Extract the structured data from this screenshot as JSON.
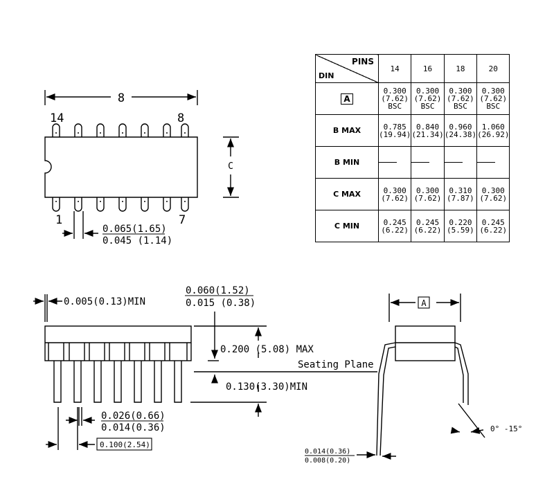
{
  "top_view": {
    "length_label": "8",
    "pin_14": "14",
    "pin_8": "8",
    "pin_1": "1",
    "pin_7": "7",
    "width_label": "C",
    "pitch_max": "0.065(1.65)",
    "pitch_min": "0.045 (1.14)"
  },
  "table": {
    "corner_top": "PINS",
    "corner_bottom": "DIN",
    "columns": [
      "14",
      "16",
      "18",
      "20"
    ],
    "rows": [
      {
        "label": "A",
        "boxed": true,
        "cells": [
          [
            "0.300",
            "(7.62)",
            "BSC"
          ],
          [
            "0.300",
            "(7.62)",
            "BSC"
          ],
          [
            "0.300",
            "(7.62)",
            "BSC"
          ],
          [
            "0.300",
            "(7.62)",
            "BSC"
          ]
        ]
      },
      {
        "label": "B MAX",
        "boxed": false,
        "cells": [
          [
            "0.785",
            "(19.94)"
          ],
          [
            "0.840",
            "(21.34)"
          ],
          [
            "0.960",
            "(24.38)"
          ],
          [
            "1.060",
            "(26.92)"
          ]
        ]
      },
      {
        "label": "B MIN",
        "boxed": false,
        "cells": [
          [],
          [],
          [],
          []
        ]
      },
      {
        "label": "C MAX",
        "boxed": false,
        "cells": [
          [
            "0.300",
            "(7.62)"
          ],
          [
            "0.300",
            "(7.62)"
          ],
          [
            "0.310",
            "(7.87)"
          ],
          [
            "0.300",
            "(7.62)"
          ]
        ]
      },
      {
        "label": "C MIN",
        "boxed": false,
        "cells": [
          [
            "0.245",
            "(6.22)"
          ],
          [
            "0.245",
            "(6.22)"
          ],
          [
            "0.220",
            "(5.59)"
          ],
          [
            "0.245",
            "(6.22)"
          ]
        ]
      }
    ]
  },
  "side_view": {
    "body_offset": "0.005(0.13)MIN",
    "shoulder_max": "0.060(1.52)",
    "shoulder_min": "0.015 (0.38)",
    "height_max": "0.200 (5.08) MAX",
    "seating_plane": "Seating Plane",
    "lead_length": "0.130(3.30)MIN",
    "lead_width_max": "0.026(0.66)",
    "lead_width_min": "0.014(0.36)",
    "lead_pitch": "0.100(2.54)"
  },
  "end_view": {
    "width_label": "A",
    "angle": "0° -15°",
    "thickness_max": "0.014(0.36)",
    "thickness_min": "0.008(0.20)"
  }
}
